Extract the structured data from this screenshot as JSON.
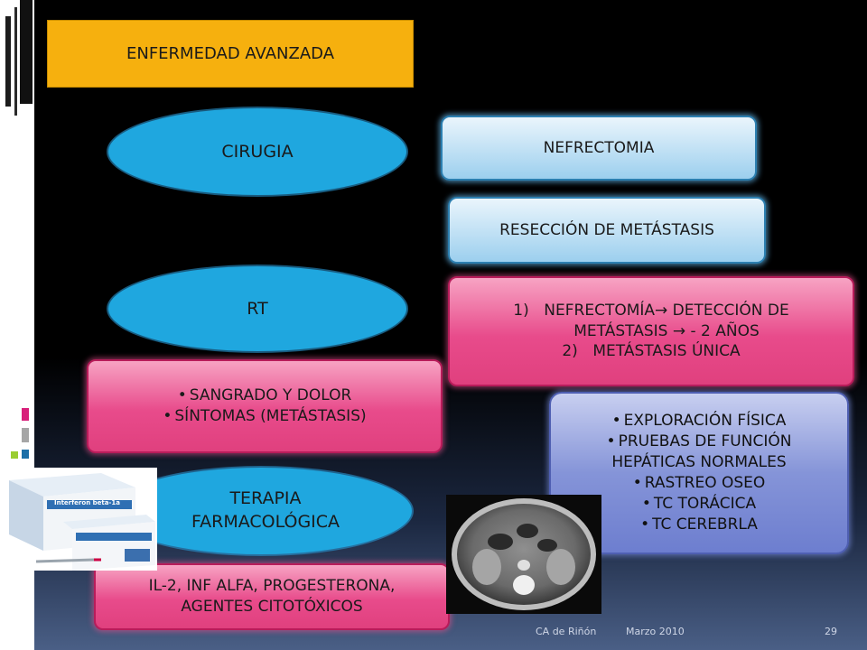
{
  "title": "ENFERMEDAD AVANZADA",
  "ovals": {
    "cirugia": "CIRUGIA",
    "rt": "RT",
    "terapia": [
      "TERAPIA",
      "FARMACOLÓGICA"
    ]
  },
  "surgery_boxes": {
    "nefrectomia": "NEFRECTOMIA",
    "reseccion": "RESECCIÓN DE METÁSTASIS"
  },
  "criteria": {
    "items": [
      {
        "num": "1)",
        "lines": [
          "NEFRECTOMÍA→ DETECCIÓN DE",
          "METÁSTASIS → - 2 AÑOS"
        ]
      },
      {
        "num": "2)",
        "lines": [
          "METÁSTASIS ÚNICA"
        ]
      }
    ]
  },
  "rt_box": {
    "items": [
      "SANGRADO Y DOLOR",
      "SÍNTOMAS (METÁSTASIS)"
    ]
  },
  "exploration_box": {
    "lines": [
      "EXPLORACIÓN FÍSICA",
      "PRUEBAS DE FUNCIÓN",
      "HEPÁTICAS NORMALES",
      "RASTREO OSEO",
      "TC TORÁCICA",
      "TC CEREBRLA"
    ],
    "bullet_flags": [
      true,
      true,
      false,
      true,
      true,
      true
    ]
  },
  "drugs_box": {
    "lines": [
      "IL-2, INF ALFA, PROGESTERONA,",
      "AGENTES CITOTÓXICOS"
    ]
  },
  "product_image": {
    "brand_text": "Interferon beta-1a"
  },
  "footer": {
    "org": "CA de Riñón",
    "date": "Marzo 2010",
    "page": "29"
  },
  "colors": {
    "title_bg": "#f6b00e",
    "oval": "#1fa7df",
    "pink": "#e84b8b",
    "lavender": "#8594d8",
    "light_blue": "#9ccfee"
  }
}
